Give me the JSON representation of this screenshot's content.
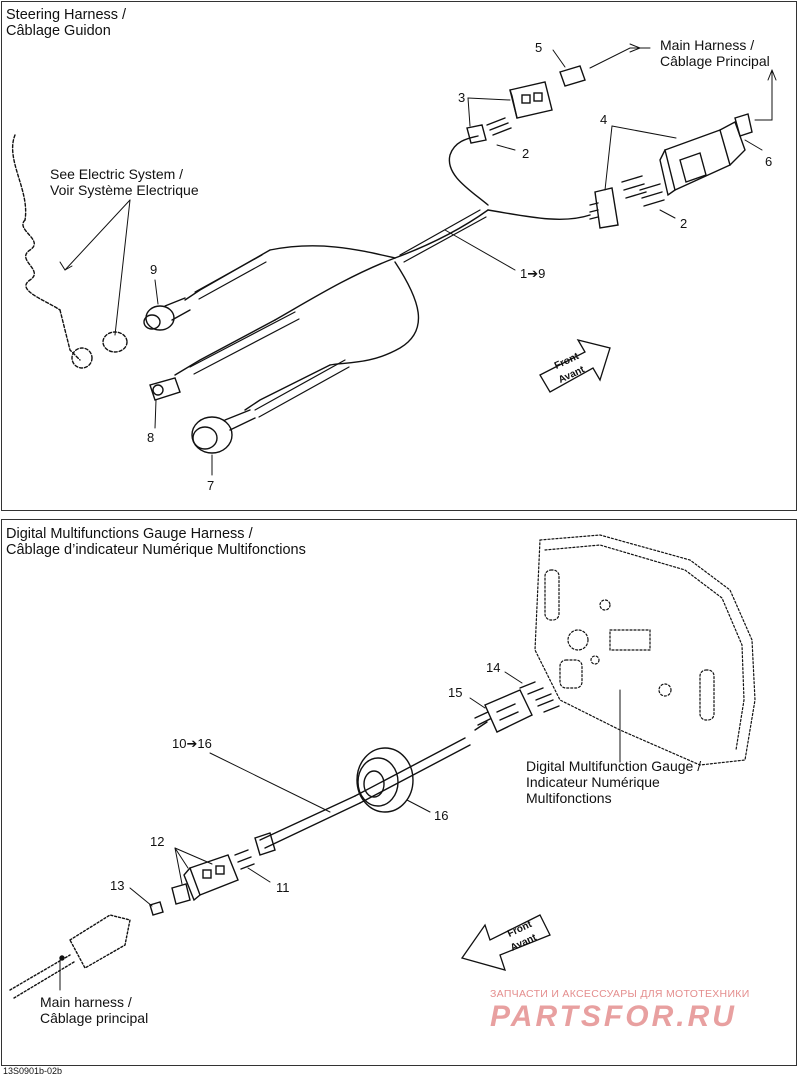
{
  "top_panel": {
    "title_line1": "Steering Harness /",
    "title_line2": "Câblage Guidon",
    "electric_line1": "See Electric System /",
    "electric_line2": "Voir Système Electrique",
    "main_harness_line1": "Main Harness  /",
    "main_harness_line2": "Câblage Principal",
    "front_line1": "Front",
    "front_line2": "Avant",
    "callouts": {
      "n5": "5",
      "n3": "3",
      "n2a": "2",
      "n4": "4",
      "n6": "6",
      "n2b": "2",
      "n1to9": "1➔9",
      "n9": "9",
      "n8": "8",
      "n7": "7"
    }
  },
  "bottom_panel": {
    "title_line1": "Digital Multifunctions Gauge Harness /",
    "title_line2": "Câblage d’indicateur Numérique Multifonctions",
    "gauge_line1": "Digital Multifunction Gauge /",
    "gauge_line2": "Indicateur Numérique",
    "gauge_line3": "Multifonctions",
    "main_line1": "Main harness /",
    "main_line2": "Câblage principal",
    "front_line1": "Front",
    "front_line2": "Avant",
    "callouts": {
      "n14": "14",
      "n15": "15",
      "n10to16": "10➔16",
      "n16": "16",
      "n12": "12",
      "n13": "13",
      "n11": "11"
    }
  },
  "watermark": {
    "small": "ЗАПЧАСТИ И АКСЕССУАРЫ ДЛЯ МОТОТЕХНИКИ",
    "big": "PARTSFOR.RU"
  },
  "footer_code": "13S0901b-02b"
}
